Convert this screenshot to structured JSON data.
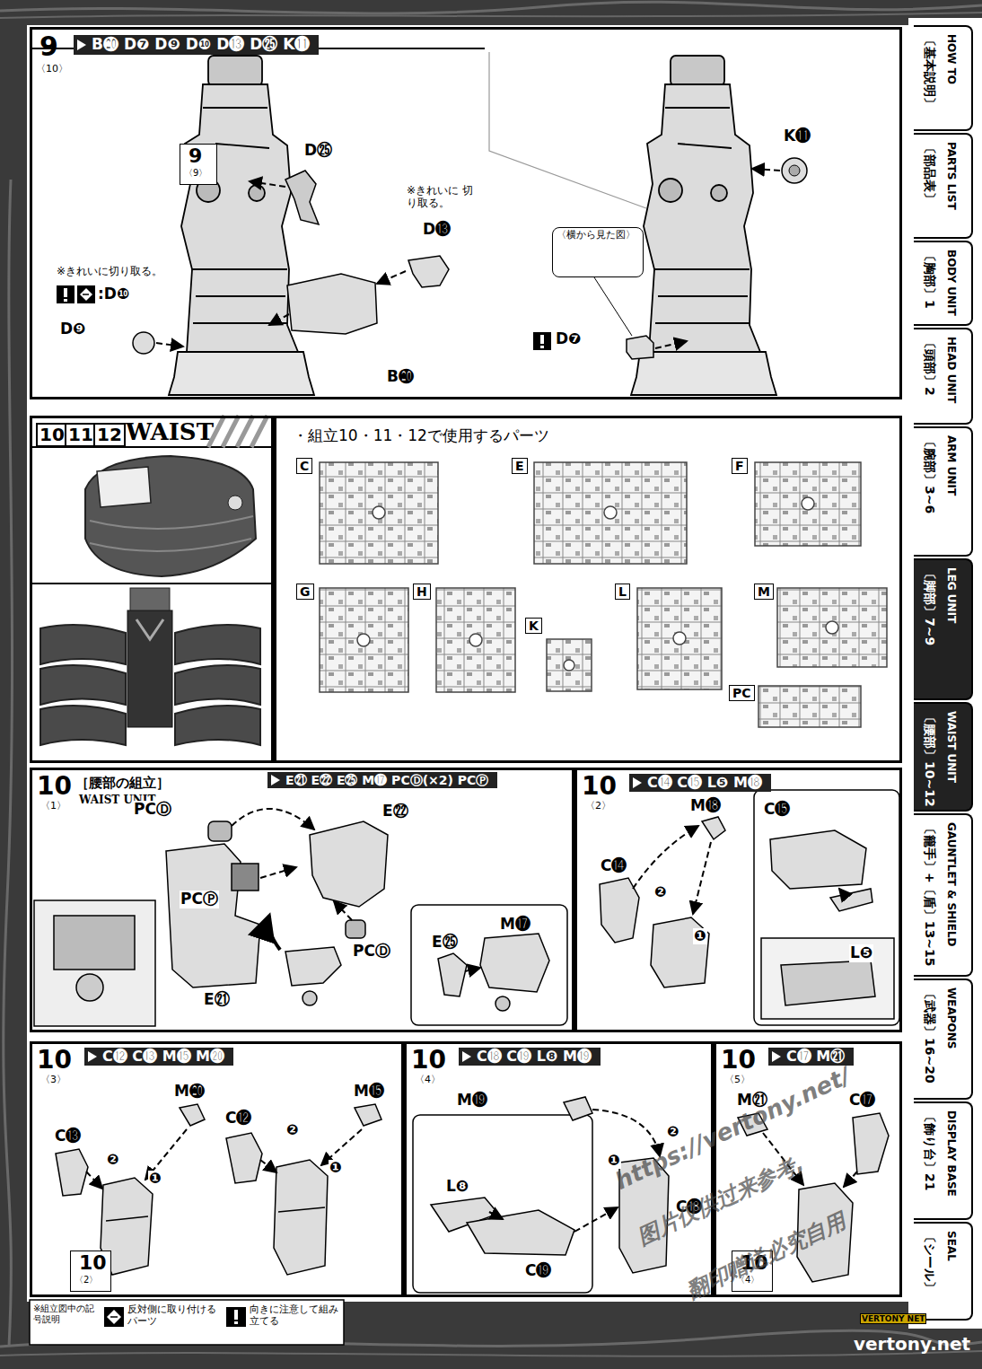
{
  "diagram": {
    "nodes": [
      {
        "text": [
          "9",
          "〈10〉",
          "B⓴ D❼ D❾ D❿ D⓭ D㉕ K⓫"
        ]
      },
      {
        "text": [
          "9",
          "〈9〉"
        ],
        "in": 0
      },
      {
        "text": [
          "〈横から見た図〉"
        ],
        "in": 0
      },
      {
        "text": [
          "10",
          "11",
          "12",
          "WAIST"
        ]
      },
      {
        "text": [
          "・組立10・11・12で使用するパーツ"
        ]
      },
      {
        "text": [
          "C"
        ],
        "in": 4
      },
      {
        "text": [
          "E"
        ],
        "in": 4
      },
      {
        "text": [
          "F"
        ],
        "in": 4
      },
      {
        "text": [
          "G"
        ],
        "in": 4
      },
      {
        "text": [
          "H"
        ],
        "in": 4
      },
      {
        "text": [
          "K"
        ],
        "in": 4
      },
      {
        "text": [
          "L"
        ],
        "in": 4
      },
      {
        "text": [
          "M"
        ],
        "in": 4
      },
      {
        "text": [
          "PC"
        ],
        "in": 4
      },
      {
        "text": [
          "10",
          "〈1〉",
          "［腰部の組立］",
          "WAIST UNIT",
          "E㉑ E㉒ E㉕ M⓱ PCⒹ(×2) PCⓅ"
        ]
      },
      {
        "text": [
          "10",
          "〈2〉",
          "C⓮ C⓯ L❺ M⓲"
        ]
      },
      {
        "text": [
          "10",
          "〈3〉",
          "C⓬ C⓭ M⓯ M⓴"
        ]
      },
      {
        "text": [
          "10",
          "〈2〉"
        ],
        "in": 16
      },
      {
        "text": [
          "10",
          "〈4〉",
          "C⓲ C⓳ L❽ M⓳"
        ]
      },
      {
        "text": [
          "10",
          "〈5〉",
          "C⓱ M㉑"
        ]
      },
      {
        "text": [
          "10",
          "〈4〉"
        ],
        "in": 19
      },
      {
        "text": [
          "〔基本説明〕",
          "HOW TO"
        ]
      },
      {
        "text": [
          "〔部品表〕",
          "PARTS LIST"
        ]
      },
      {
        "text": [
          "〔胸部〕1",
          "BODY UNIT"
        ]
      },
      {
        "text": [
          "〔頭部〕2",
          "HEAD UNIT"
        ]
      },
      {
        "text": [
          "〔腕部〕3~6",
          "ARM UNIT"
        ]
      },
      {
        "text": [
          "〔脚部〕7~9",
          "LEG UNIT"
        ]
      },
      {
        "text": [
          "〔腰部〕10~12",
          "WAIST UNIT"
        ]
      },
      {
        "text": [
          "〔籠手〕+〔盾〕13~15",
          "GAUNTLET & SHIELD"
        ]
      },
      {
        "text": [
          "〔武器〕16~20",
          "WEAPONS"
        ]
      },
      {
        "text": [
          "〔飾り台〕21",
          "DISPLAY BASE"
        ]
      },
      {
        "text": [
          "〔シール〕",
          "SEAL"
        ]
      }
    ],
    "labels": [
      "D㉕",
      "※きれいに 切り取る。",
      "D⓭",
      "※きれいに切り取る。",
      ":D❿",
      "D❾",
      "B⓴",
      "K⓫",
      "D❼",
      "PCⒹ",
      "E㉒",
      "PCⓅ",
      "PCⒹ",
      "E㉑",
      "E㉕",
      "M⓱",
      "M⓲",
      "C⓯",
      "C⓮",
      "❷",
      "❶",
      "L❺",
      "M⓴",
      "C⓭",
      "❷",
      "❶",
      "C⓬",
      "M⓯",
      "❷",
      "❶",
      "M⓳",
      "❷",
      "❶",
      "L❽",
      "C⓳",
      "C⓲",
      "M㉑",
      "C⓱",
      "※組立図中の記号説明",
      "https://vertony.net/",
      "图片仅供过来参考,",
      "翻印赠送必究自用",
      "VERTONY NET",
      "vertony.net"
    ],
    "legend": [
      {
        "text": "反対側に取り付けるパーツ"
      },
      {
        "text": "向きに注意して組み立てる"
      }
    ]
  }
}
